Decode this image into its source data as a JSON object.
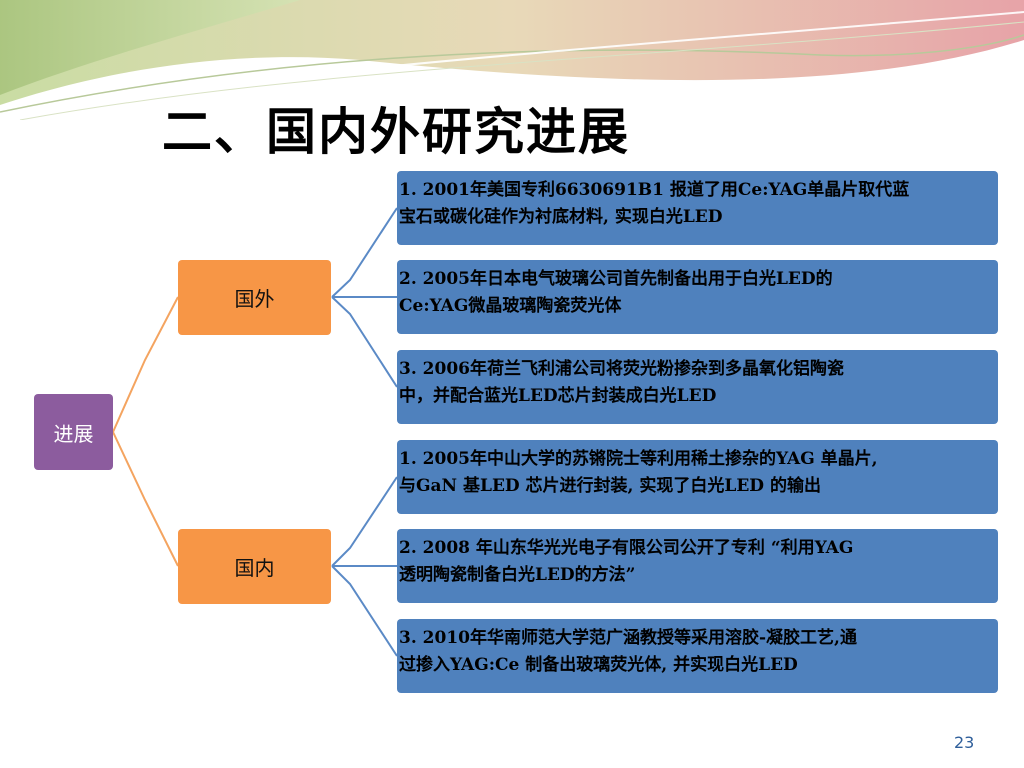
{
  "slide": {
    "title": "二、国内外研究进展",
    "page_number": "23"
  },
  "diagram": {
    "root": {
      "label": "进展"
    },
    "branches": [
      {
        "label": "国外",
        "items": [
          {
            "line1": "1. 2001年美国专利6630691B1 报道了用Ce:YAG单晶片取代蓝",
            "line2": "宝石或碳化硅作为衬底材料, 实现白光LED"
          },
          {
            "line1": "2. 2005年日本电气玻璃公司首先制备出用于白光LED的",
            "line2": "Ce:YAG微晶玻璃陶瓷荧光体"
          },
          {
            "line1": "3. 2006年荷兰飞利浦公司将荧光粉掺杂到多晶氧化铝陶瓷",
            "line2": "中，并配合蓝光LED芯片封装成白光LED"
          }
        ]
      },
      {
        "label": "国内",
        "items": [
          {
            "line1": "1. 2005年中山大学的苏锵院士等利用稀土掺杂的YAG 单晶片,",
            "line2": "与GaN 基LED 芯片进行封装, 实现了白光LED 的输出"
          },
          {
            "line1": "2. 2008 年山东华光光电子有限公司公开了专利 “利用YAG",
            "line2": "透明陶瓷制备白光LED的方法”"
          },
          {
            "line1": "3. 2010年华南师范大学范广涵教授等采用溶胶-凝胶工艺,通",
            "line2": "过掺入YAG:Ce 制备出玻璃荧光体, 并实现白光LED"
          }
        ]
      }
    ]
  },
  "colors": {
    "root": "#8c5c9e",
    "branch": "#f79646",
    "leaf": "#4f81bd",
    "root_connector": "#f4a460",
    "leaf_connector": "#5b8ac6"
  }
}
